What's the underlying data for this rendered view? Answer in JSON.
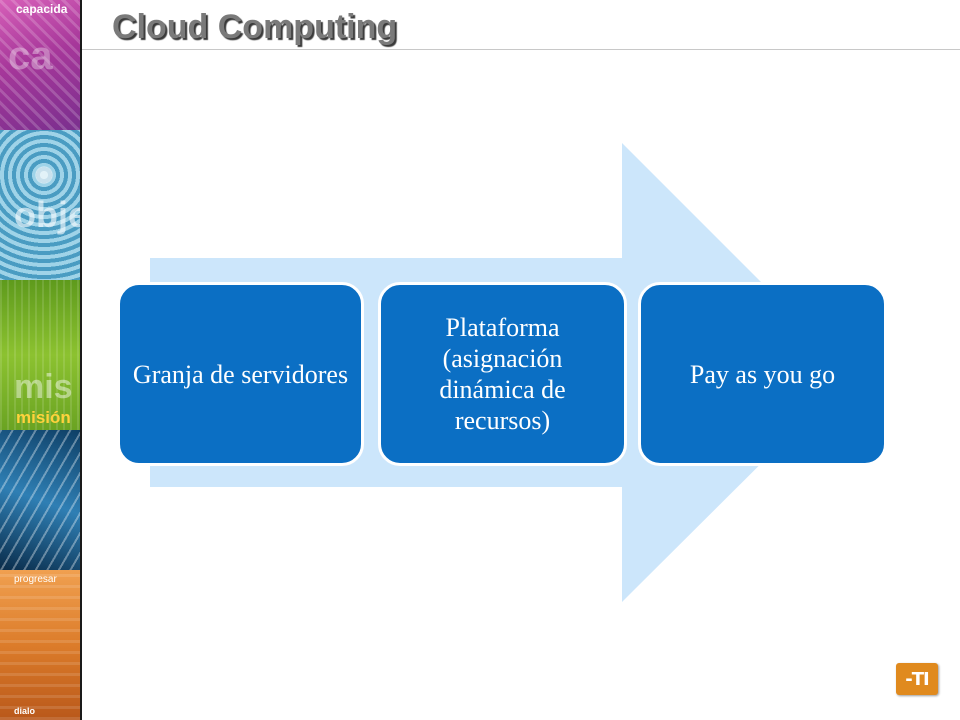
{
  "slide": {
    "title": "Cloud Computing"
  },
  "sidebar": {
    "words": [
      "capacida",
      "objet",
      "misión",
      "progresar",
      "dialo"
    ]
  },
  "process": {
    "steps": [
      {
        "label": "Granja de servidores"
      },
      {
        "label": "Plataforma (asignación dinámica de recursos)"
      },
      {
        "label": "Pay as you go"
      }
    ]
  },
  "colors": {
    "box": "#0b6fc4",
    "arrow": "#cce6fb",
    "title": "#7a7a7a",
    "logo": "#e08a1e"
  },
  "logo": {
    "text": "-ТI",
    "icon": "company-logo"
  }
}
